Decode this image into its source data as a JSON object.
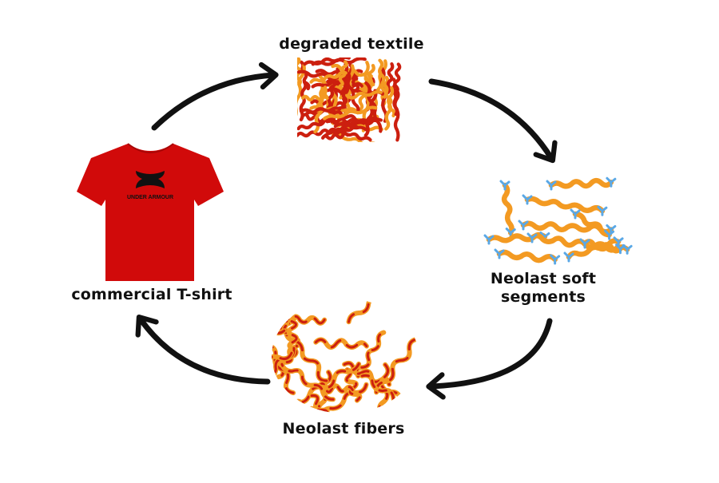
{
  "diagram": {
    "nodes": {
      "degraded_textile": "degraded textile",
      "neolast_soft_segments": "Neolast soft segments",
      "neolast_fibers": "Neolast fibers",
      "commercial_tshirt": "commercial T-shirt"
    },
    "tshirt_logo_text": "UNDER ARMOUR",
    "colors": {
      "tshirt_red": "#d10a0a",
      "fiber_red": "#cc1f0f",
      "fiber_orange": "#f39a22",
      "end_group_blue": "#5aa8e6",
      "arrow": "#111111"
    },
    "cycle_direction": "clockwise"
  }
}
